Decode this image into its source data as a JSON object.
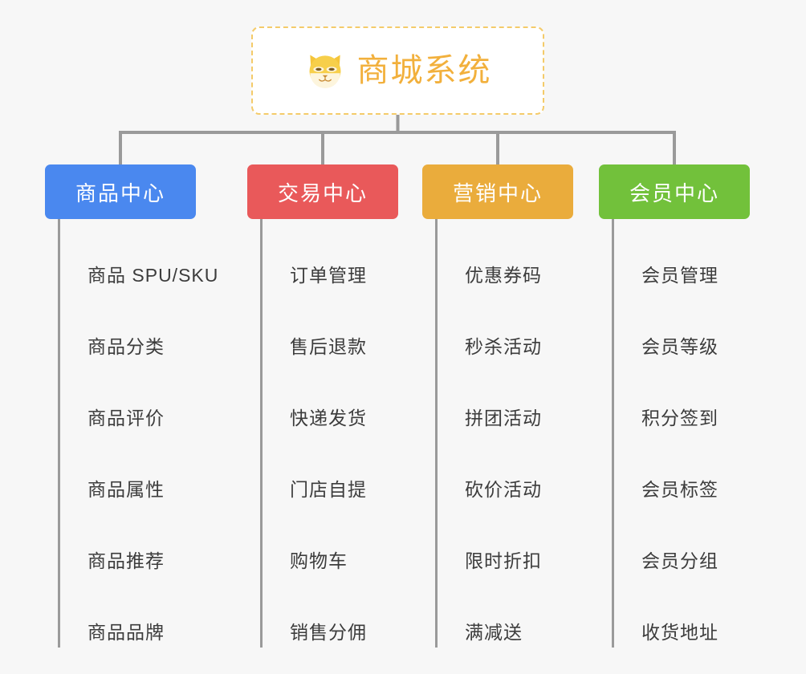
{
  "diagram": {
    "type": "organization-tree",
    "background_color": "#f7f7f7",
    "root": {
      "title": "商城系统",
      "icon": "shiba-dog-face-icon",
      "text_color": "#f2b03c",
      "border_color": "#f4cb6a",
      "background_color": "#ffffff"
    },
    "connector_color": "#9a9a9a",
    "branches": [
      {
        "id": "product-center",
        "label": "商品中心",
        "color": "#4a88ef",
        "items": [
          "商品 SPU/SKU",
          "商品分类",
          "商品评价",
          "商品属性",
          "商品推荐",
          "商品品牌"
        ]
      },
      {
        "id": "trade-center",
        "label": "交易中心",
        "color": "#e9595a",
        "items": [
          "订单管理",
          "售后退款",
          "快递发货",
          "门店自提",
          "购物车",
          "销售分佣"
        ]
      },
      {
        "id": "marketing-center",
        "label": "营销中心",
        "color": "#eaac3c",
        "items": [
          "优惠券码",
          "秒杀活动",
          "拼团活动",
          "砍价活动",
          "限时折扣",
          "满减送"
        ]
      },
      {
        "id": "member-center",
        "label": "会员中心",
        "color": "#72c13b",
        "items": [
          "会员管理",
          "会员等级",
          "积分签到",
          "会员标签",
          "会员分组",
          "收货地址"
        ]
      }
    ]
  }
}
